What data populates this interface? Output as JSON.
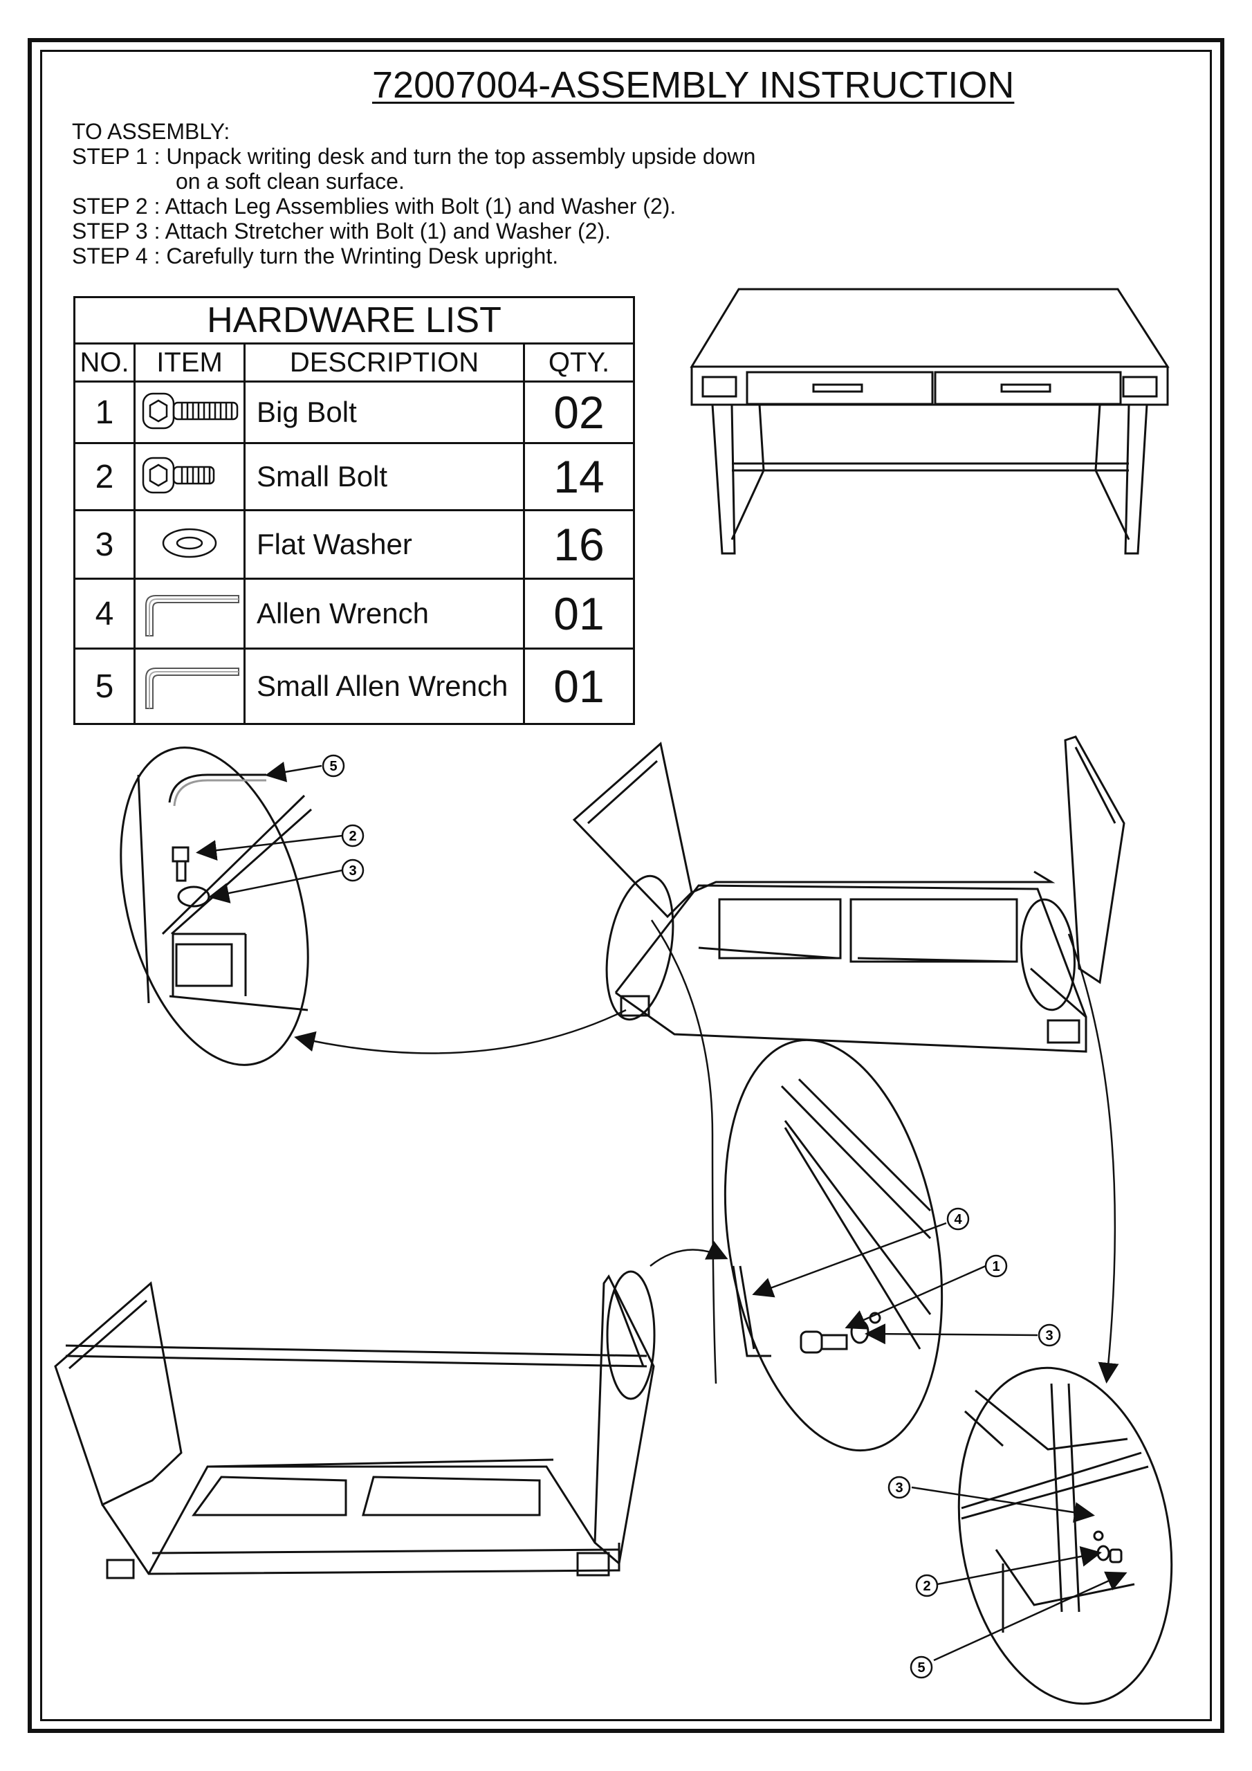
{
  "title": "72007004-ASSEMBLY INSTRUCTION",
  "instructions": {
    "heading": "TO ASSEMBLY:",
    "step1_line1": "STEP 1 : Unpack writing desk and turn the top assembly upside down",
    "step1_line2": "on a soft clean surface.",
    "step2": "STEP 2 : Attach Leg Assemblies with Bolt (1) and Washer (2).",
    "step3": "STEP 3 : Attach Stretcher with Bolt (1) and Washer (2).",
    "step4": "STEP 4 : Carefully turn the Wrinting Desk upright."
  },
  "hardware_list": {
    "heading": "HARDWARE LIST",
    "columns": [
      "NO.",
      "ITEM",
      "DESCRIPTION",
      "QTY."
    ],
    "rows": [
      {
        "no": "1",
        "icon": "big-bolt-icon",
        "description": "Big Bolt",
        "qty": "02"
      },
      {
        "no": "2",
        "icon": "small-bolt-icon",
        "description": "Small Bolt",
        "qty": "14"
      },
      {
        "no": "3",
        "icon": "flat-washer-icon",
        "description": "Flat Washer",
        "qty": "16"
      },
      {
        "no": "4",
        "icon": "allen-wrench-icon",
        "description": "Allen Wrench",
        "qty": "01"
      },
      {
        "no": "5",
        "icon": "small-allen-wrench-icon",
        "description": "Small Allen Wrench",
        "qty": "01"
      }
    ]
  },
  "callouts": {
    "c1": "1",
    "c2": "2",
    "c3": "3",
    "c4": "4",
    "c5": "5"
  }
}
